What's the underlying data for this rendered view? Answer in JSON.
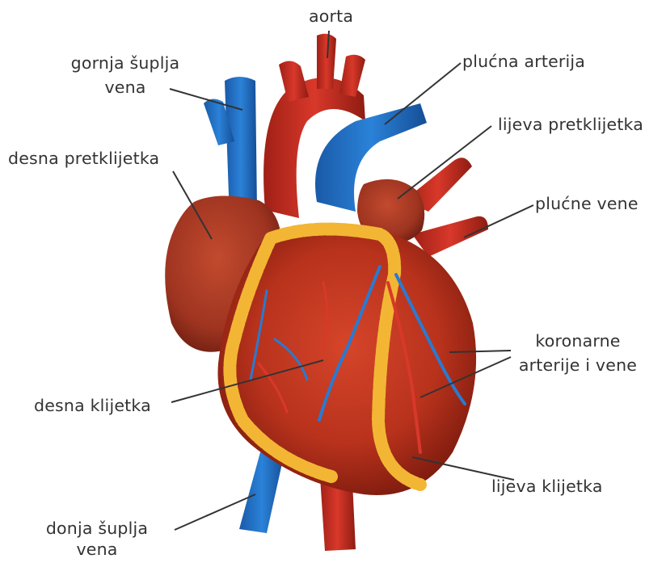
{
  "labels": {
    "aorta": "aorta",
    "gornja_line1": "gornja šuplja",
    "gornja_line2": "vena",
    "plucna_arterija": "plućna arterija",
    "lijeva_pretklijetka": "lijeva pretklijetka",
    "desna_pretklijetka": "desna pretklijetka",
    "plucne_vene": "plućne vene",
    "koronarne_line1": "koronarne",
    "koronarne_line2": "arterije i vene",
    "desna_klijetka": "desna klijetka",
    "lijeva_klijetka": "lijeva klijetka",
    "donja_line1": "donja šuplja",
    "donja_line2": "vena"
  },
  "colors": {
    "heart_muscle": "#b8321c",
    "heart_dark": "#7a1a0e",
    "vein_blue": "#1f6fc4",
    "artery_red": "#c42a20",
    "fat_yellow": "#f2b634",
    "text": "#333333"
  },
  "icons": {
    "illustration": "human-heart-anatomy"
  }
}
